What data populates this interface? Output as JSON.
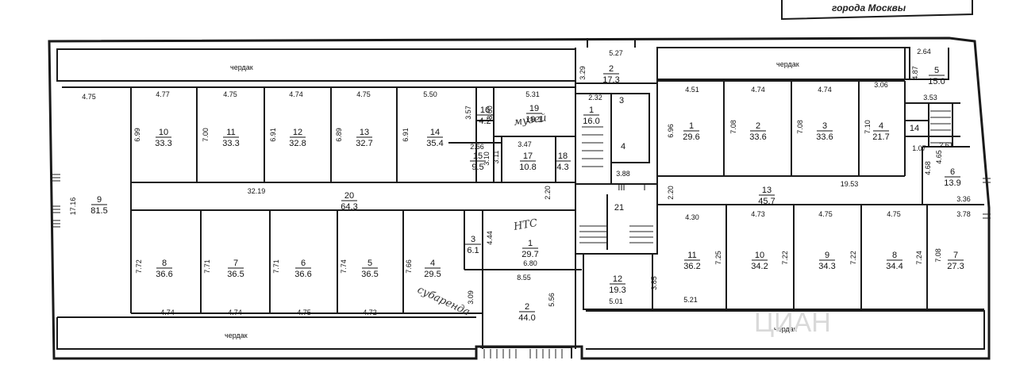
{
  "stamp": {
    "text": "города Москвы"
  },
  "attic_label": "чердак",
  "watermark": "ЦИАН",
  "handwriting": [
    "музей",
    "НТС",
    "субаренда"
  ],
  "rooms": [
    {
      "id": "left-9",
      "num": "9",
      "area": "81.5"
    },
    {
      "id": "left-10",
      "num": "10",
      "area": "33.3"
    },
    {
      "id": "left-11",
      "num": "11",
      "area": "33.3"
    },
    {
      "id": "left-12",
      "num": "12",
      "area": "32.8"
    },
    {
      "id": "left-13",
      "num": "13",
      "area": "32.7"
    },
    {
      "id": "left-14",
      "num": "14",
      "area": "35.4"
    },
    {
      "id": "left-16",
      "num": "16",
      "area": "4.2"
    },
    {
      "id": "left-19",
      "num": "19",
      "area": "19.1"
    },
    {
      "id": "left-15",
      "num": "15",
      "area": "9.5"
    },
    {
      "id": "left-17",
      "num": "17",
      "area": "10.8"
    },
    {
      "id": "left-18",
      "num": "18",
      "area": "4.3"
    },
    {
      "id": "left-20",
      "num": "20",
      "area": "64.3"
    },
    {
      "id": "left-8",
      "num": "8",
      "area": "36.6"
    },
    {
      "id": "left-7",
      "num": "7",
      "area": "36.5"
    },
    {
      "id": "left-6",
      "num": "6",
      "area": "36.6"
    },
    {
      "id": "left-5",
      "num": "5",
      "area": "36.5"
    },
    {
      "id": "left-4",
      "num": "4",
      "area": "29.5"
    },
    {
      "id": "left-3",
      "num": "3",
      "area": "6.1"
    },
    {
      "id": "left-1",
      "num": "1",
      "area": "29.7"
    },
    {
      "id": "left-2",
      "num": "2",
      "area": "44.0"
    },
    {
      "id": "center-2",
      "num": "2",
      "area": "17.3"
    },
    {
      "id": "center-1",
      "num": "1",
      "area": "16.0"
    },
    {
      "id": "center-3",
      "num": "3",
      "area": ""
    },
    {
      "id": "center-4",
      "num": "4",
      "area": ""
    },
    {
      "id": "center-21",
      "num": "21",
      "area": ""
    },
    {
      "id": "center-III",
      "num": "III",
      "area": ""
    },
    {
      "id": "center-I",
      "num": "I",
      "area": ""
    },
    {
      "id": "right-1",
      "num": "1",
      "area": "29.6"
    },
    {
      "id": "right-2",
      "num": "2",
      "area": "33.6"
    },
    {
      "id": "right-3",
      "num": "3",
      "area": "33.6"
    },
    {
      "id": "right-4",
      "num": "4",
      "area": "21.7"
    },
    {
      "id": "right-5",
      "num": "5",
      "area": "15.0"
    },
    {
      "id": "right-14",
      "num": "14",
      "area": ""
    },
    {
      "id": "right-6",
      "num": "6",
      "area": "13.9"
    },
    {
      "id": "right-13",
      "num": "13",
      "area": "45.7"
    },
    {
      "id": "right-11",
      "num": "11",
      "area": "36.2"
    },
    {
      "id": "right-10",
      "num": "10",
      "area": "34.2"
    },
    {
      "id": "right-9",
      "num": "9",
      "area": "34.3"
    },
    {
      "id": "right-8",
      "num": "8",
      "area": "34.4"
    },
    {
      "id": "right-7",
      "num": "7",
      "area": "27.3"
    },
    {
      "id": "right-12",
      "num": "12",
      "area": "19.3"
    }
  ],
  "dimensions": [
    "4.75",
    "4.77",
    "4.75",
    "4.74",
    "4.75",
    "5.50",
    "5.31",
    "3.57",
    "3.60",
    "6.99",
    "7.00",
    "6.91",
    "6.89",
    "6.91",
    "2.66",
    "3.10",
    "3.11",
    "3.47",
    "17.16",
    "32.19",
    "2.20",
    "7.72",
    "7.71",
    "7.71",
    "7.74",
    "7.66",
    "4.44",
    "6.80",
    "4.74",
    "4.74",
    "4.75",
    "4.72",
    "8.55",
    "3.09",
    "5.56",
    "5.27",
    "3.29",
    "2.32",
    "3.88",
    "4.51",
    "4.74",
    "4.74",
    "3.06",
    "2.64",
    "4.87",
    "3.53",
    "6.96",
    "7.08",
    "7.08",
    "7.10",
    "1.07",
    "2.61",
    "4.68",
    "4.65",
    "19.53",
    "2.20",
    "3.36",
    "4.30",
    "4.73",
    "4.75",
    "4.75",
    "3.78",
    "7.25",
    "7.22",
    "7.22",
    "7.24",
    "7.08",
    "3.85",
    "5.01",
    "5.21"
  ]
}
